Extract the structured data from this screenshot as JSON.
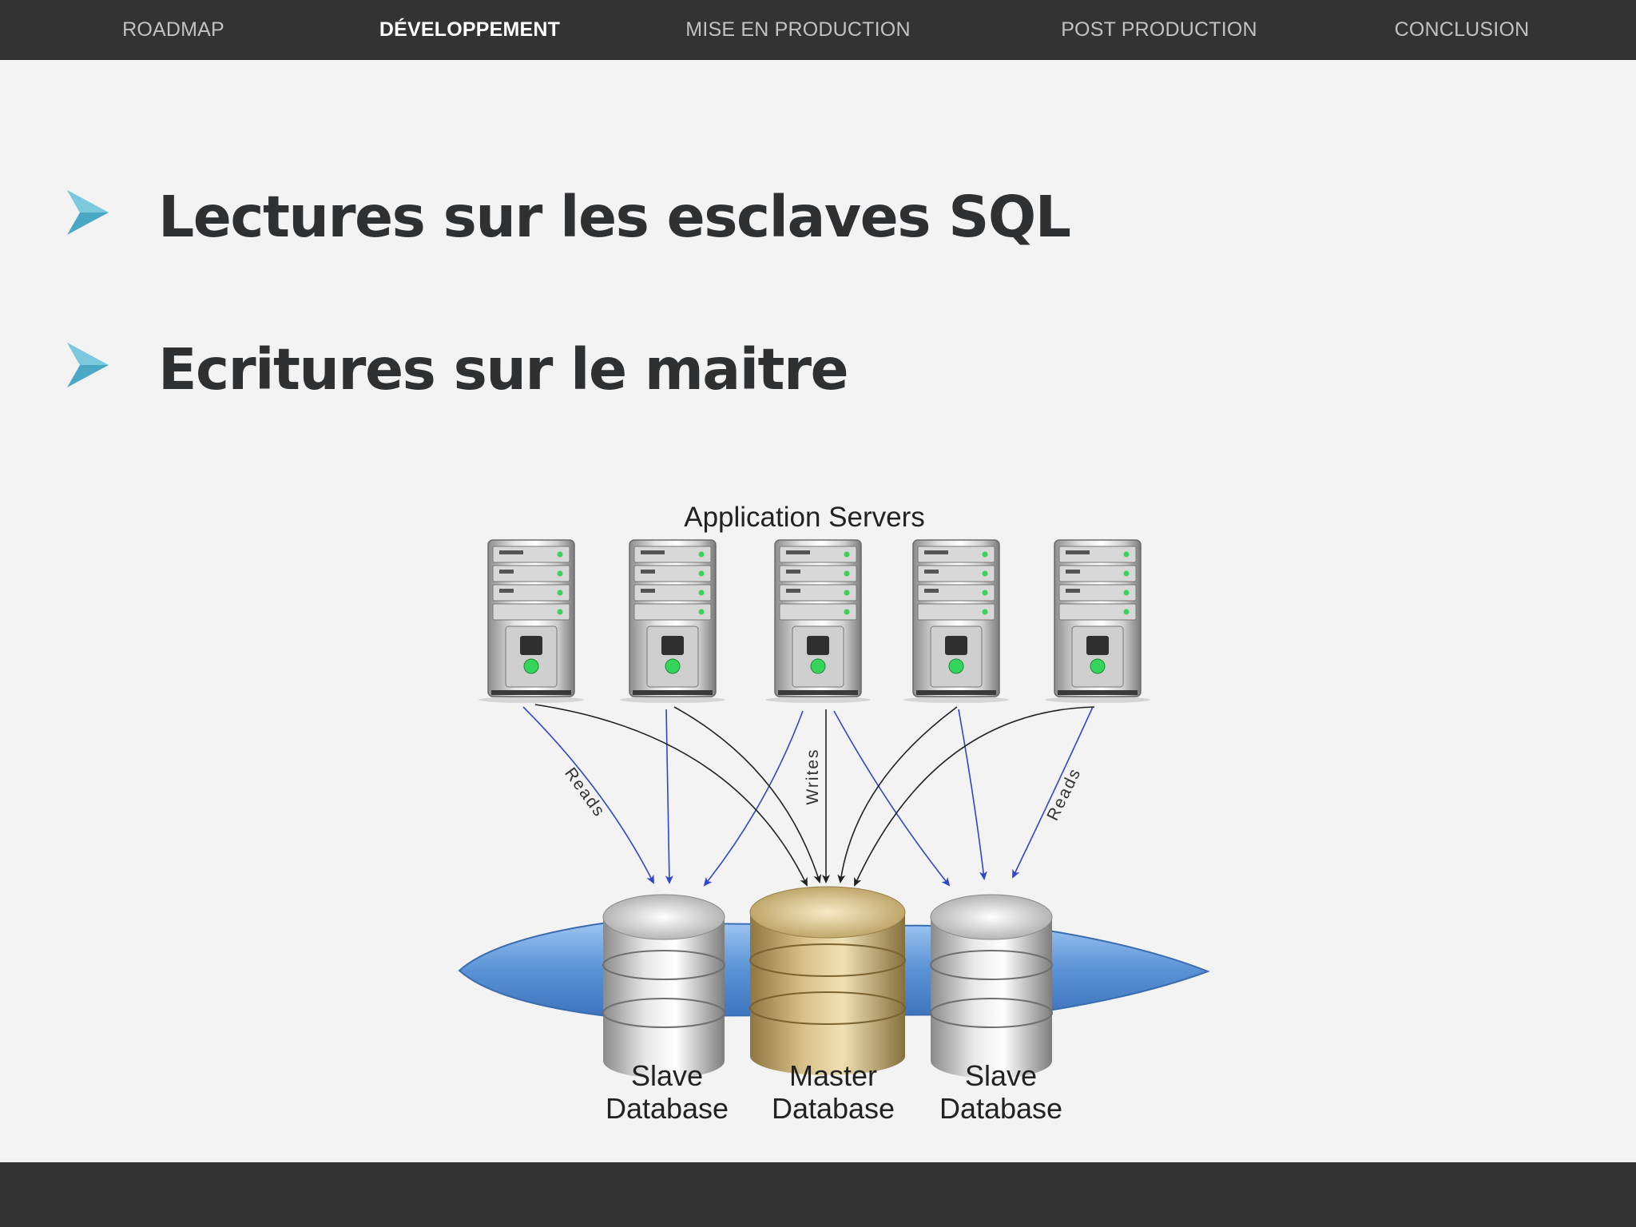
{
  "nav": {
    "items": [
      {
        "label": "ROADMAP"
      },
      {
        "label": "DÉVELOPPEMENT",
        "active": true
      },
      {
        "label": "MISE EN PRODUCTION"
      },
      {
        "label": "POST PRODUCTION"
      },
      {
        "label": "CONCLUSION"
      }
    ]
  },
  "slide": {
    "bullets": [
      {
        "text": "Lectures sur les esclaves SQL",
        "icon": "arrow-bullet-icon"
      },
      {
        "text": "Ecritures sur le maitre",
        "icon": "arrow-bullet-icon"
      }
    ]
  },
  "diagram": {
    "title": "Application Servers",
    "arrow_labels": {
      "reads_left": "Reads",
      "writes": "Writes",
      "reads_right": "Reads"
    },
    "databases": {
      "slave_left": {
        "line1": "Slave",
        "line2": "Database"
      },
      "master": {
        "line1": "Master",
        "line2": "Database"
      },
      "slave_right": {
        "line1": "Slave",
        "line2": "Database"
      }
    }
  },
  "colors": {
    "nav_bg": "#333334",
    "accent_bullet": "#4aa8c4",
    "reads_arrow": "#3344cc",
    "writes_arrow": "#222222",
    "master_gold": "#c8ad6a",
    "slave_silver": "#bdbdbd",
    "band_blue": "#5b93d6"
  }
}
